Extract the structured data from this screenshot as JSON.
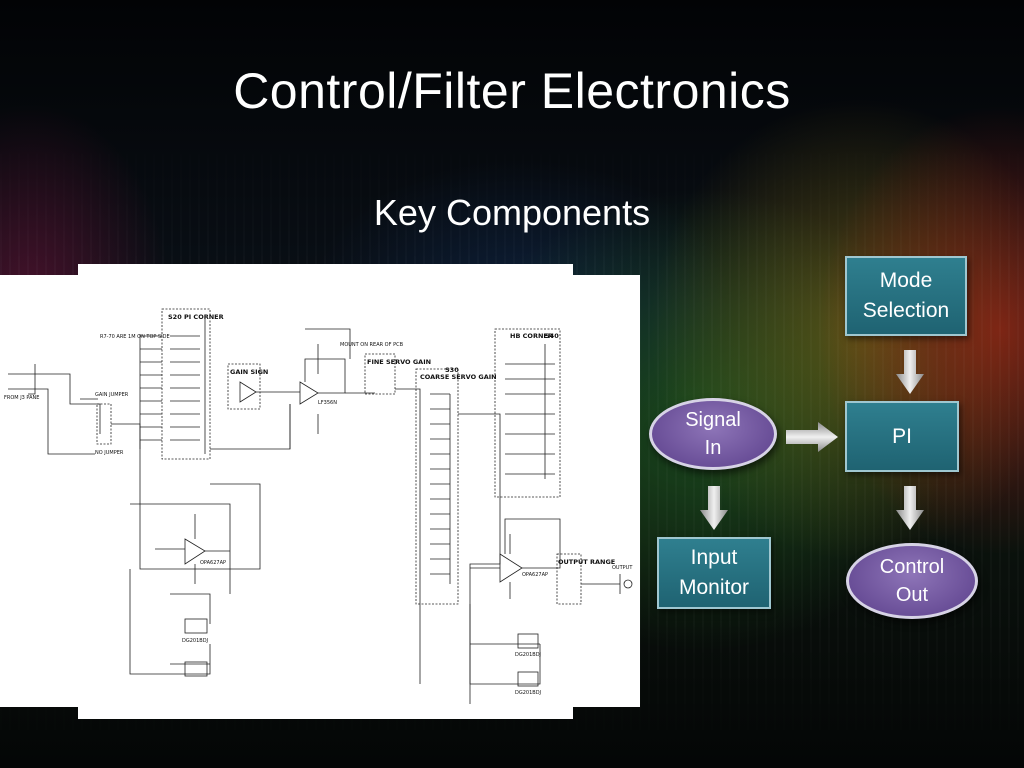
{
  "slide": {
    "title": "Control/Filter Electronics",
    "subtitle": "Key Components"
  },
  "schematic": {
    "labels": {
      "pi_corner": "S20  PI CORNER",
      "gain_sign": "GAIN SIGN",
      "fine_servo_gain": "FINE SERVO GAIN",
      "coarse_servo_gain": "COARSE SERVO GAIN",
      "s30": "S30",
      "hb_corner": "HB CORNER",
      "s40": "S40",
      "output_range": "OUTPUT RANGE",
      "gain_jumper": "GAIN JUMPER",
      "no_jumper": "NO JUMPER",
      "from_j3_pane": "FROM J3 PANE",
      "mount_note": "MOUNT ON REAR OF PCB",
      "output": "OUTPUT",
      "opamp_1": "OPA627AP",
      "opamp_2": "OPA627AP",
      "opamp_3": "LF356N",
      "pot_note": "R7-70 ARE 1M ON TOP SIDE",
      "mux_1": "DG201BDJ",
      "mux_2": "DG201BDJ",
      "mux_3": "DG201BDJ"
    }
  },
  "diagram": {
    "mode_selection": [
      "Mode",
      "Selection"
    ],
    "pi": "PI",
    "signal_in": [
      "Signal",
      "In"
    ],
    "input_monitor": [
      "Input",
      "Monitor"
    ],
    "control_out": [
      "Control",
      "Out"
    ],
    "colors": {
      "box_fill": "#24707f",
      "box_border": "#9fc7d0",
      "oval_fill": "#6a4f98",
      "oval_border": "#d7d3e6",
      "arrow": "#c8c8c8"
    },
    "icons": {
      "arrow_down": "arrow-down-icon",
      "arrow_right": "arrow-right-icon"
    }
  }
}
